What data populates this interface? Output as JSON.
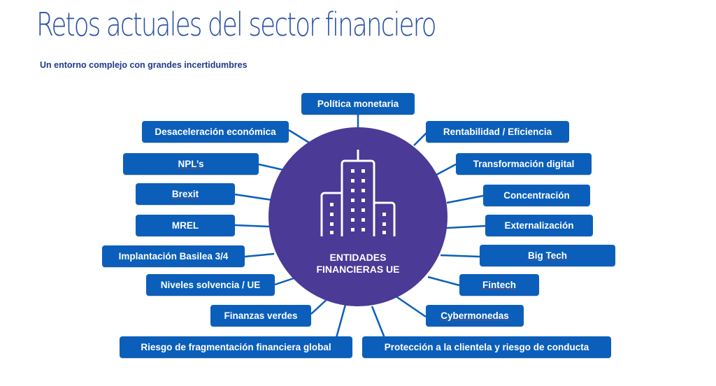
{
  "header": {
    "title": "Retos actuales del sector financiero",
    "subtitle": "Un entorno complejo con grandes incertidumbres"
  },
  "hub": {
    "icon": "buildings-icon",
    "line1": "ENTIDADES",
    "line2": "FINANCIERAS UE",
    "color": "#4b3a96"
  },
  "colors": {
    "box": "#0b5fba",
    "title": "#2a52a8",
    "subtitle": "#1f3a8a",
    "connector": "#0b5fba"
  },
  "nodes": {
    "top": "Política monetaria",
    "left": [
      "Desaceleración económica",
      "NPL’s",
      "Brexit",
      "MREL",
      "Implantación Basilea 3/4",
      "Niveles solvencia / UE",
      "Finanzas verdes",
      "Riesgo de fragmentación financiera global"
    ],
    "right": [
      "Rentabilidad / Eficiencia",
      "Transformación digital",
      "Concentración",
      "Externalización",
      "Big Tech",
      "Fintech",
      "Cybermonedas",
      "Protección a la clientela y riesgo de conducta"
    ]
  }
}
